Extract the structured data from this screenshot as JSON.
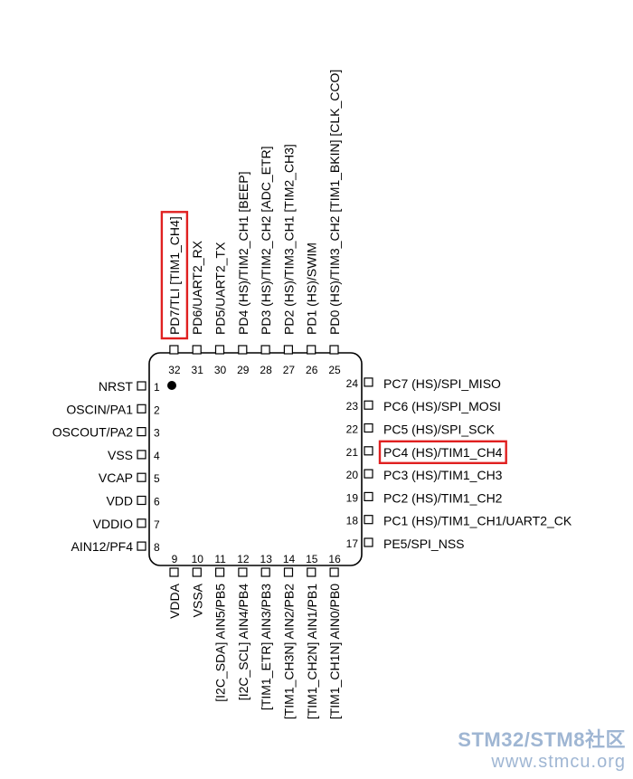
{
  "chip": {
    "left_pins": [
      {
        "num": "1",
        "label": "NRST"
      },
      {
        "num": "2",
        "label": "OSCIN/PA1"
      },
      {
        "num": "3",
        "label": "OSCOUT/PA2"
      },
      {
        "num": "4",
        "label": "VSS"
      },
      {
        "num": "5",
        "label": "VCAP"
      },
      {
        "num": "6",
        "label": "VDD"
      },
      {
        "num": "7",
        "label": "VDDIO"
      },
      {
        "num": "8",
        "label": "AIN12/PF4"
      }
    ],
    "bottom_pins": [
      {
        "num": "9",
        "label": "VDDA"
      },
      {
        "num": "10",
        "label": "VSSA"
      },
      {
        "num": "11",
        "label": "[I2C_SDA] AIN5/PB5"
      },
      {
        "num": "12",
        "label": "[I2C_SCL] AIN4/PB4"
      },
      {
        "num": "13",
        "label": "[TIM1_ETR] AIN3/PB3"
      },
      {
        "num": "14",
        "label": "[TIM1_CH3N] AIN2/PB2"
      },
      {
        "num": "15",
        "label": "[TIM1_CH2N] AIN1/PB1"
      },
      {
        "num": "16",
        "label": "[TIM1_CH1N] AIN0/PB0"
      }
    ],
    "right_pins": [
      {
        "num": "17",
        "label": "PE5/SPI_NSS"
      },
      {
        "num": "18",
        "label": "PC1 (HS)/TIM1_CH1/UART2_CK"
      },
      {
        "num": "19",
        "label": "PC2 (HS)/TIM1_CH2"
      },
      {
        "num": "20",
        "label": "PC3 (HS)/TIM1_CH3"
      },
      {
        "num": "21",
        "label": "PC4 (HS)/TIM1_CH4",
        "highlight": true
      },
      {
        "num": "22",
        "label": "PC5 (HS)/SPI_SCK"
      },
      {
        "num": "23",
        "label": "PC6 (HS)/SPI_MOSI"
      },
      {
        "num": "24",
        "label": "PC7 (HS)/SPI_MISO"
      }
    ],
    "top_pins": [
      {
        "num": "25",
        "label": "PD0 (HS)/TIM3_CH2 [TIM1_BKIN] [CLK_CCO]"
      },
      {
        "num": "26",
        "label": "PD1 (HS)/SWIM"
      },
      {
        "num": "27",
        "label": "PD2 (HS)/TIM3_CH1 [TIM2_CH3]"
      },
      {
        "num": "28",
        "label": "PD3 (HS)/TIM2_CH2 [ADC_ETR]"
      },
      {
        "num": "29",
        "label": "PD4 (HS)/TIM2_CH1 [BEEP]"
      },
      {
        "num": "30",
        "label": "PD5/UART2_TX"
      },
      {
        "num": "31",
        "label": "PD6/UART2_RX"
      },
      {
        "num": "32",
        "label": "PD7/TLI [TIM1_CH4]",
        "highlight": true
      }
    ],
    "highlight_color": "#e02020"
  },
  "watermark": {
    "line1": "STM32/STM8社区",
    "line2": "www.stmcu.org",
    "color": "#9fb6d3"
  }
}
